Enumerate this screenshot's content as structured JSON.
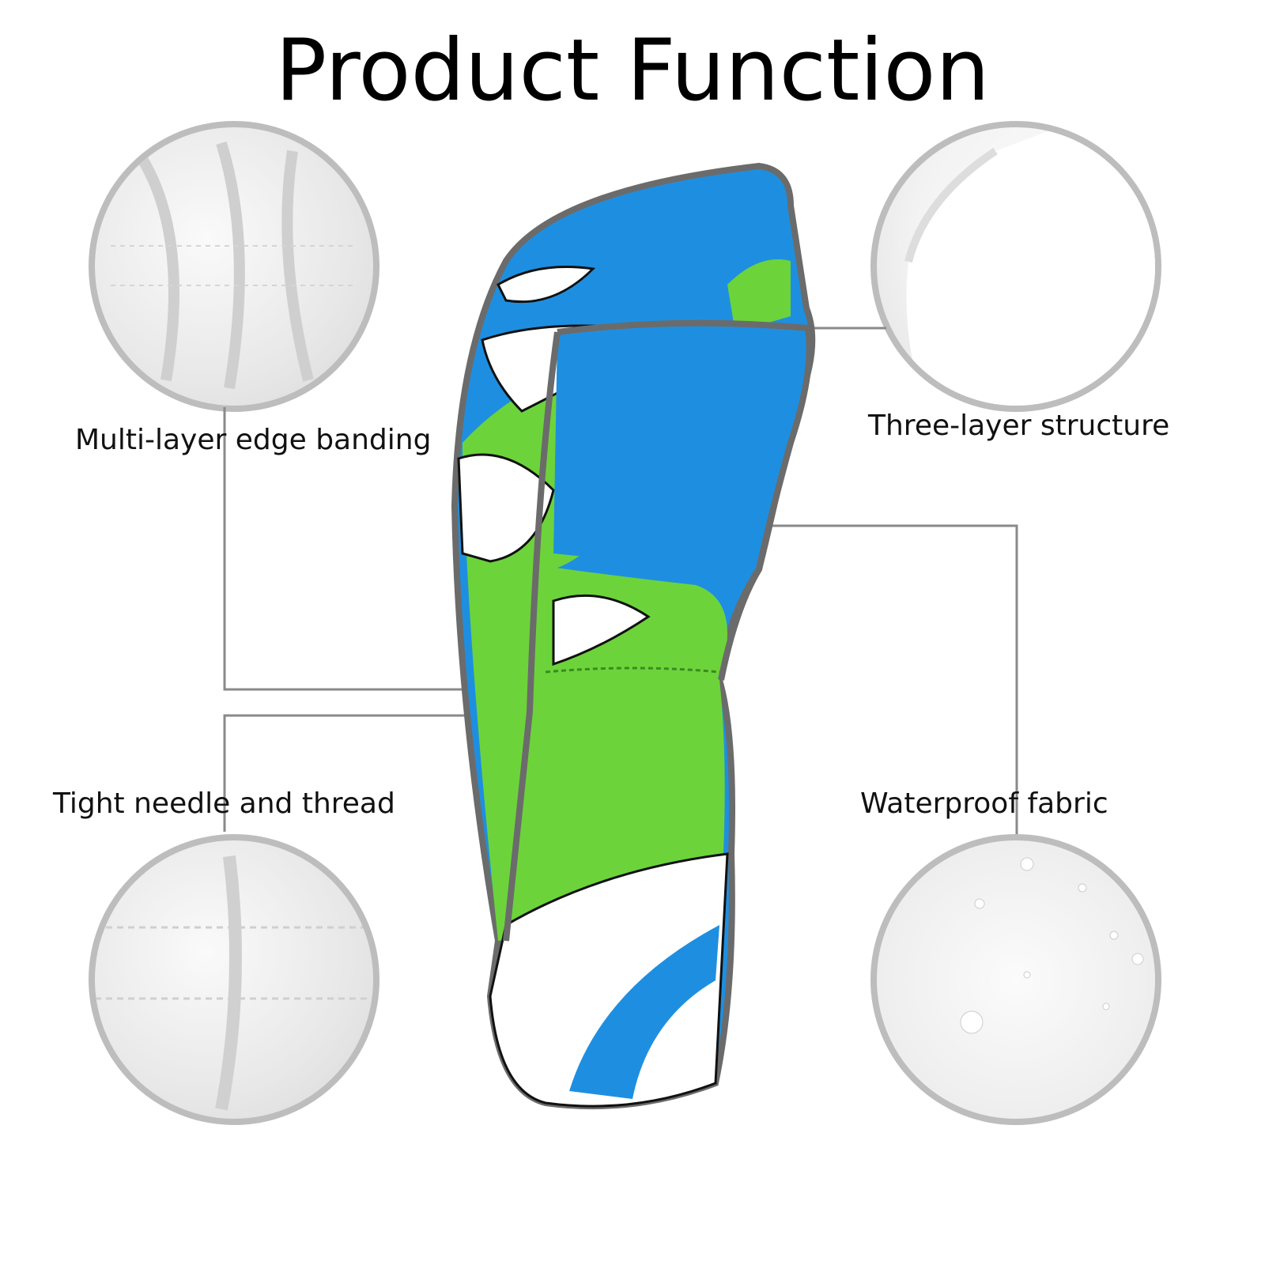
{
  "title": "Product Function",
  "features": [
    {
      "label": "Multi-layer edge banding"
    },
    {
      "label": "Three-layer structure"
    },
    {
      "label": "Tight needle and thread"
    },
    {
      "label": "Waterproof fabric"
    }
  ],
  "colors": {
    "blue": "#1e8fe0",
    "green": "#6cd43a",
    "trim": "#6b6b6b",
    "line": "#8a8a8a"
  }
}
